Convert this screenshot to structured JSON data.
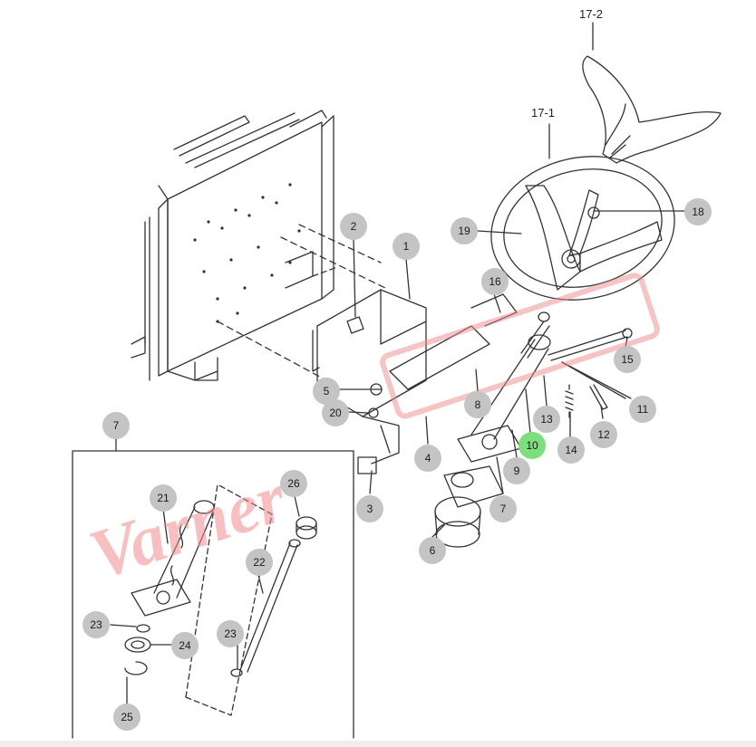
{
  "figure": {
    "callouts": [
      {
        "id": "c1",
        "label": "1",
        "highlight": false
      },
      {
        "id": "c2",
        "label": "2",
        "highlight": false
      },
      {
        "id": "c3",
        "label": "3",
        "highlight": false
      },
      {
        "id": "c4",
        "label": "4",
        "highlight": false
      },
      {
        "id": "c5",
        "label": "5",
        "highlight": false
      },
      {
        "id": "c6",
        "label": "6",
        "highlight": false
      },
      {
        "id": "c7a",
        "label": "7",
        "highlight": false
      },
      {
        "id": "c7b",
        "label": "7",
        "highlight": false
      },
      {
        "id": "c8",
        "label": "8",
        "highlight": false
      },
      {
        "id": "c9",
        "label": "9",
        "highlight": false
      },
      {
        "id": "c10",
        "label": "10",
        "highlight": true
      },
      {
        "id": "c11",
        "label": "11",
        "highlight": false
      },
      {
        "id": "c12",
        "label": "12",
        "highlight": false
      },
      {
        "id": "c13",
        "label": "13",
        "highlight": false
      },
      {
        "id": "c14",
        "label": "14",
        "highlight": false
      },
      {
        "id": "c15",
        "label": "15",
        "highlight": false
      },
      {
        "id": "c16",
        "label": "16",
        "highlight": false
      },
      {
        "id": "c18",
        "label": "18",
        "highlight": false
      },
      {
        "id": "c19",
        "label": "19",
        "highlight": false
      },
      {
        "id": "c20",
        "label": "20",
        "highlight": false
      },
      {
        "id": "c21",
        "label": "21",
        "highlight": false
      },
      {
        "id": "c22",
        "label": "22",
        "highlight": false
      },
      {
        "id": "c23a",
        "label": "23",
        "highlight": false
      },
      {
        "id": "c23b",
        "label": "23",
        "highlight": false
      },
      {
        "id": "c24",
        "label": "24",
        "highlight": false
      },
      {
        "id": "c25",
        "label": "25",
        "highlight": false
      },
      {
        "id": "c26",
        "label": "26",
        "highlight": false
      }
    ],
    "tags": [
      {
        "id": "t171",
        "label": "17-1"
      },
      {
        "id": "t172",
        "label": "17-2"
      }
    ],
    "watermark": "Varner",
    "colors": {
      "callout_fill": "#c4c4c4",
      "callout_highlight": "#7be07b",
      "line": "#333333",
      "watermark": "#f08a8a"
    }
  }
}
